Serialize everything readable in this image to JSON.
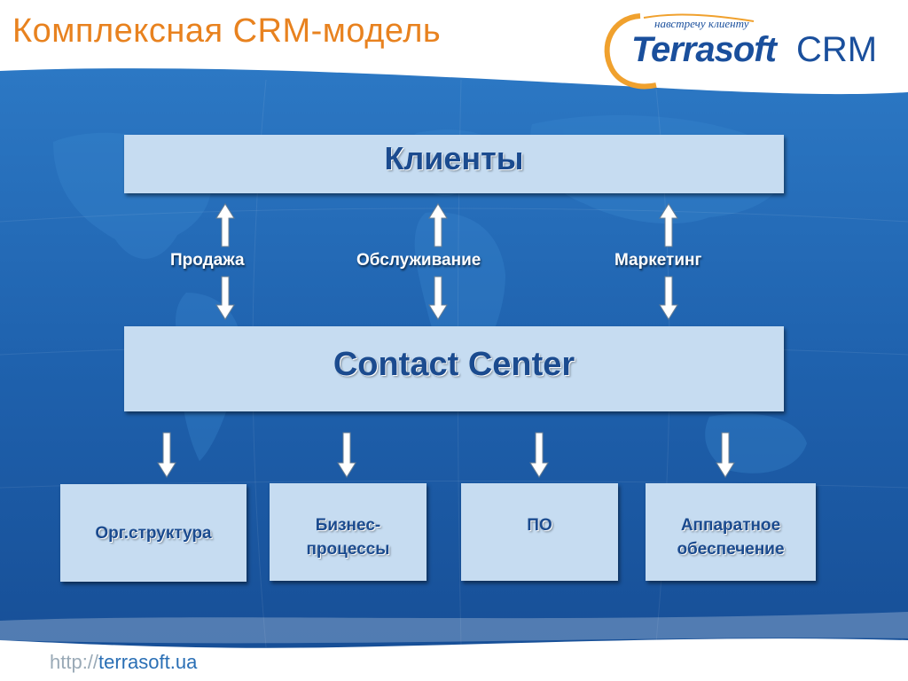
{
  "header": {
    "title": "Комплексная CRM-модель",
    "logo": {
      "tagline": "навстречу клиенту",
      "word": "Terrasoft",
      "suffix": "CRM"
    }
  },
  "diagram": {
    "top_box": "Клиенты",
    "channels": [
      "Продажа",
      "Обслуживание",
      "Маркетинг"
    ],
    "center_box": "Contact Center",
    "bottom_boxes": [
      [
        "Орг.структура"
      ],
      [
        "Бизнес-",
        "процессы"
      ],
      [
        "ПО"
      ],
      [
        "Аппаратное",
        "обеспечение"
      ]
    ]
  },
  "footer": {
    "scheme": "http://",
    "domain": "terrasoft.ua"
  },
  "colors": {
    "background_blue": "#1c5ca8",
    "box_fill": "#c6dcf1",
    "box_text": "#1b4b8f",
    "title_orange": "#e8821f"
  }
}
